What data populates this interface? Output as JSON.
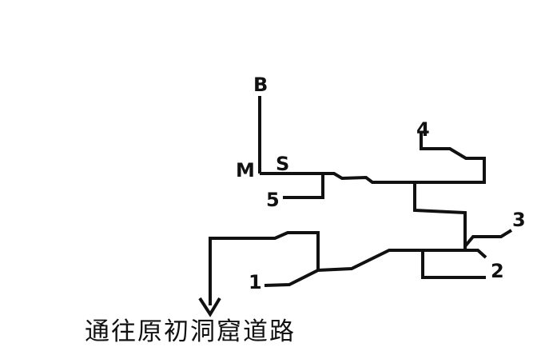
{
  "labels": {
    "b": "B",
    "m": "M",
    "s": "S",
    "n1": "1",
    "n2": "2",
    "n3": "3",
    "n4": "4",
    "n5": "5"
  },
  "caption": "通往原初洞窟道路",
  "colors": {
    "ink": "#111111",
    "background": "#ffffff"
  }
}
